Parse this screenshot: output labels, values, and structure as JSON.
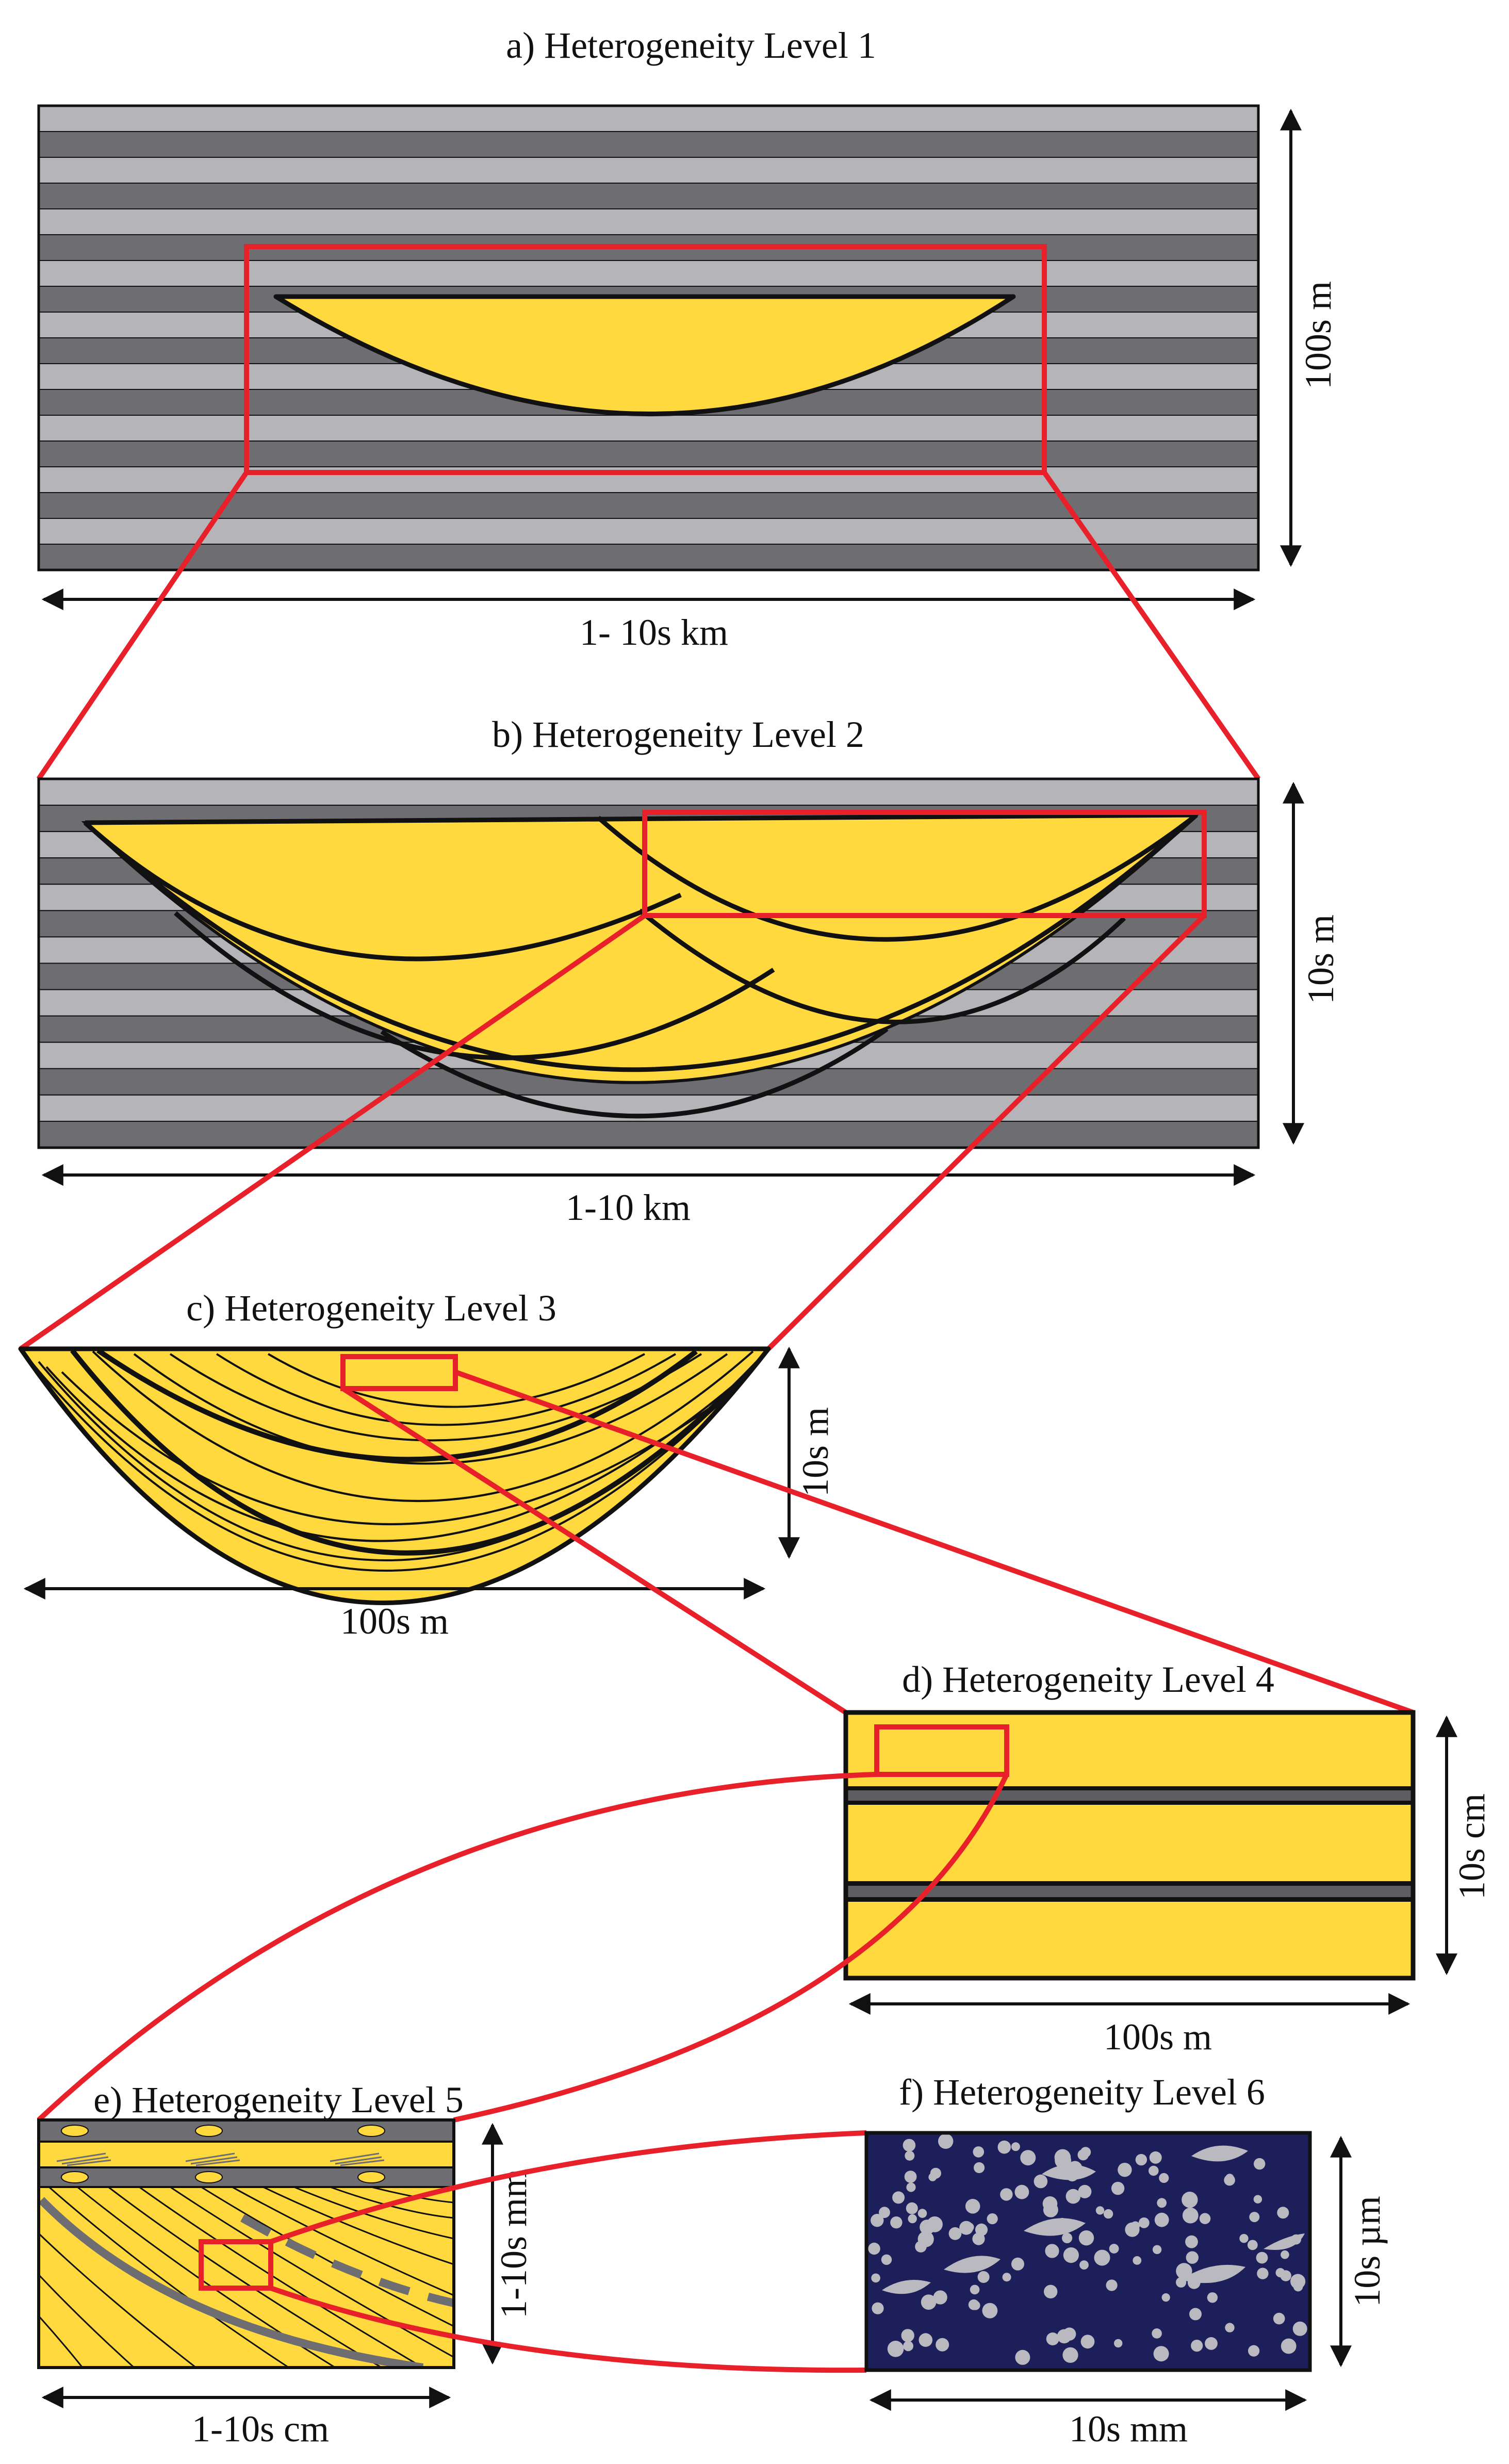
{
  "panels": {
    "a": {
      "title": "a) Heterogeneity Level 1",
      "width_label": "1- 10s km",
      "height_label": "100s m"
    },
    "b": {
      "title": "b) Heterogeneity Level 2",
      "width_label": "1-10 km",
      "height_label": "10s m"
    },
    "c": {
      "title": "c) Heterogeneity Level 3",
      "width_label": "100s m",
      "height_label": "10s m"
    },
    "d": {
      "title": "d) Heterogeneity Level 4",
      "width_label": "100s m",
      "height_label": "10s cm"
    },
    "e": {
      "title": "e) Heterogeneity Level 5",
      "width_label": "1-10s cm",
      "height_label": "1-10s mm"
    },
    "f": {
      "title": "f) Heterogeneity Level 6",
      "width_label": "10s mm",
      "height_label": "10s µm"
    }
  },
  "colors": {
    "sand_yellow": "#ffd93d",
    "light_gray": "#b4b4b9",
    "dark_gray": "#6e6e72",
    "zoom_red": "#e8202a",
    "pore_navy": "#1c1f5a",
    "grain_gray": "#b9b9bf",
    "outline_black": "#111111"
  }
}
